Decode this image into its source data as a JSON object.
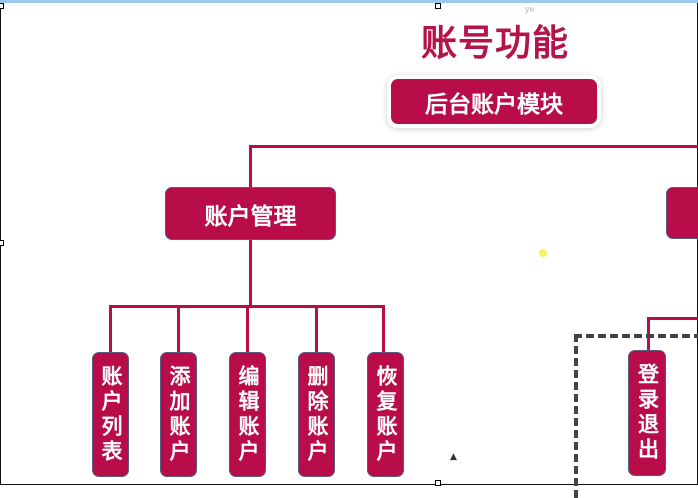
{
  "title": "账号功能",
  "watermark": "ye",
  "root": "后台账户模块",
  "branch": "账户管理",
  "leaves": [
    "账户列表",
    "添加账户",
    "编辑账户",
    "删除账户",
    "恢复账户"
  ],
  "right_leaf": "登录退出",
  "colors": {
    "node": "#b80d48",
    "dashed": "#444444"
  }
}
